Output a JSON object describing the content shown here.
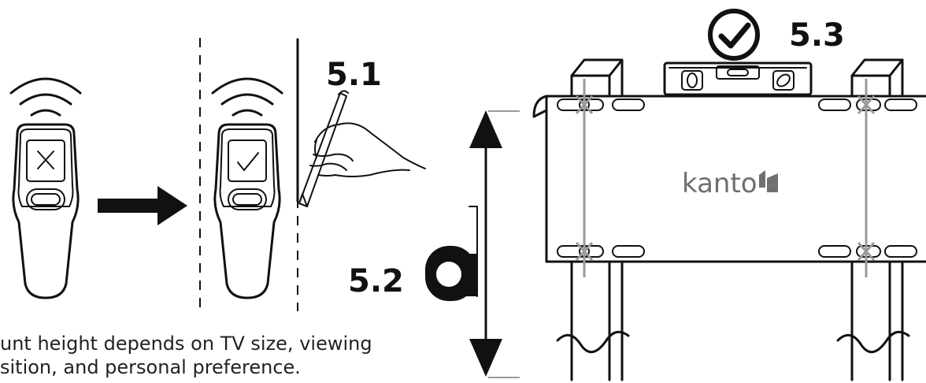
{
  "steps": {
    "step1": "5.1",
    "step2": "5.2",
    "step3": "5.3"
  },
  "caption": {
    "line1": "unt height depends on TV size, viewing",
    "line2": "sition, and personal preference."
  },
  "brand": {
    "name": "kanto"
  },
  "icons": {
    "scanner_no_stud": "x-mark-icon",
    "scanner_stud": "check-mark-icon",
    "level_ok": "check-circle-icon",
    "signal": "wifi-signal-icon",
    "tape": "tape-measure-icon",
    "brand_mark": "kanto-logo-icon"
  },
  "colors": {
    "ink": "#111111",
    "stud_line": "#9a9a9a",
    "brand_text": "#6f6f6f"
  }
}
